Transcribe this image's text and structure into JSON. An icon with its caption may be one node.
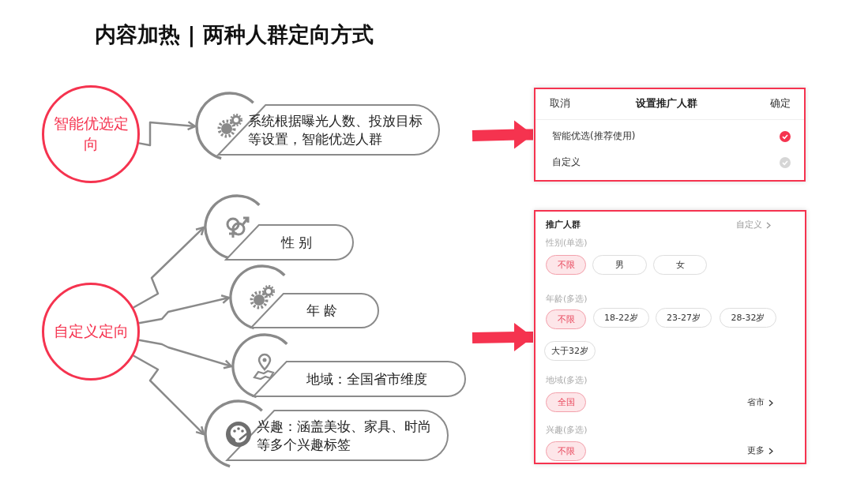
{
  "diagram": {
    "title": "内容加热 | 两种人群定向方式",
    "nodes": [
      {
        "text": [
          "智能优选定向"
        ]
      },
      {
        "text": [
          "系统根据曝光人数、投放目标等设置，智能优选人群"
        ]
      },
      {
        "text": [
          "自定义定向"
        ]
      },
      {
        "text": [
          "性 别"
        ]
      },
      {
        "text": [
          "年 龄"
        ]
      },
      {
        "text": [
          "地域：全国省市维度"
        ]
      },
      {
        "text": [
          "兴趣：涵盖美妆、家具、时尚等多个兴趣标签"
        ]
      },
      {
        "text": [
          "取消",
          "设置推广人群",
          "确定",
          "智能优选(推荐使用)",
          "自定义"
        ]
      },
      {
        "text": [
          "推广人群",
          "自定义",
          "性别(单选)",
          "不限",
          "男",
          "女",
          "年龄(多选)",
          "不限",
          "18-22岁",
          "23-27岁",
          "28-32岁",
          "大于32岁",
          "地域(多选)",
          "全国",
          "省市",
          "兴趣(多选)",
          "不限",
          "更多"
        ]
      }
    ],
    "edges": [
      {
        "from": 0,
        "to": 1,
        "arrow": "to"
      },
      {
        "from": 2,
        "to": 3,
        "arrow": "to"
      },
      {
        "from": 2,
        "to": 4,
        "arrow": "to"
      },
      {
        "from": 2,
        "to": 5,
        "arrow": "to"
      },
      {
        "from": 2,
        "to": 6,
        "arrow": "to"
      },
      {
        "from": null,
        "to": 7,
        "arrow": "to",
        "style": "thick",
        "color": "#f5334f"
      },
      {
        "from": null,
        "to": 8,
        "arrow": "to",
        "style": "thick",
        "color": "#f5334f"
      }
    ]
  }
}
